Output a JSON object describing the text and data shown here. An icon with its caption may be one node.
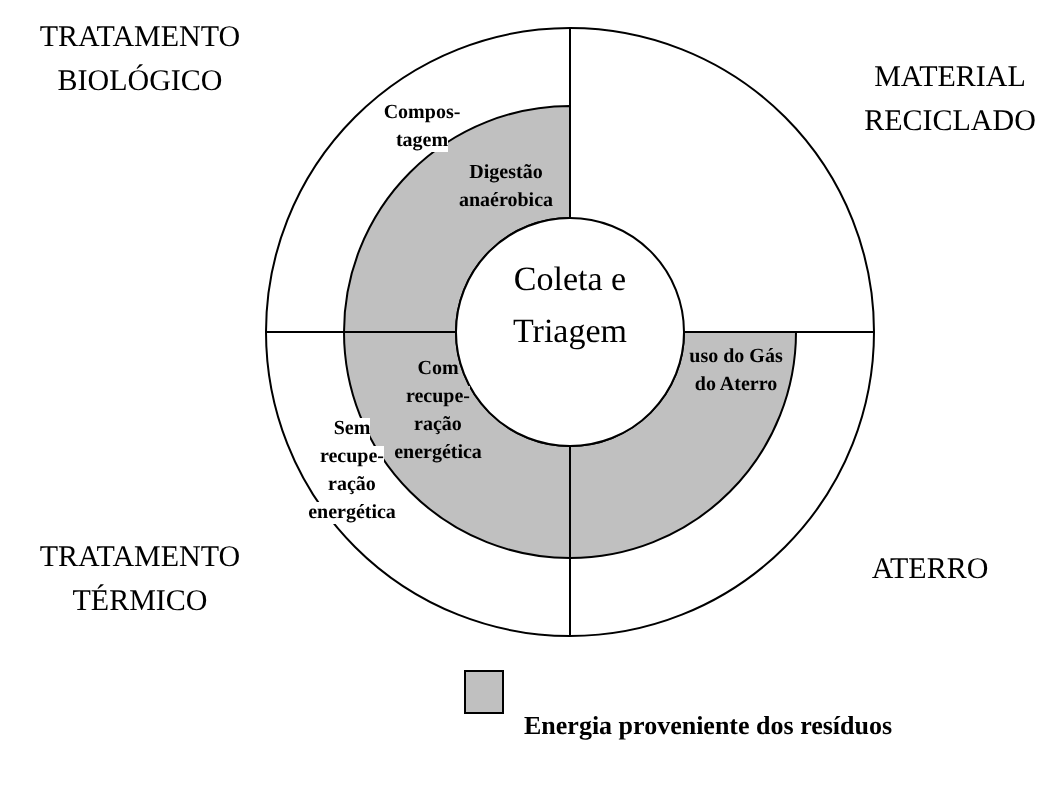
{
  "diagram": {
    "nodes": [
      {
        "text": [
          "Coleta e Triagem"
        ]
      },
      {
        "text": [
          "Compos- tagem"
        ]
      },
      {
        "text": [
          "Digestão anaérobica"
        ]
      },
      {
        "text": [
          "Com recupe- ração energética"
        ]
      },
      {
        "text": [
          "uso do Gás do Aterro"
        ]
      },
      {
        "text": [
          "Sem recupe- ração energética"
        ]
      }
    ],
    "labels": [
      "TRATAMENTO BIOLÓGICO",
      "MATERIAL RECICLADO",
      "TRATAMENTO TÉRMICO",
      "ATERRO"
    ],
    "legend": [
      {
        "text": "Energia proveniente dos resíduos",
        "color": "#c0c0c0"
      }
    ]
  }
}
